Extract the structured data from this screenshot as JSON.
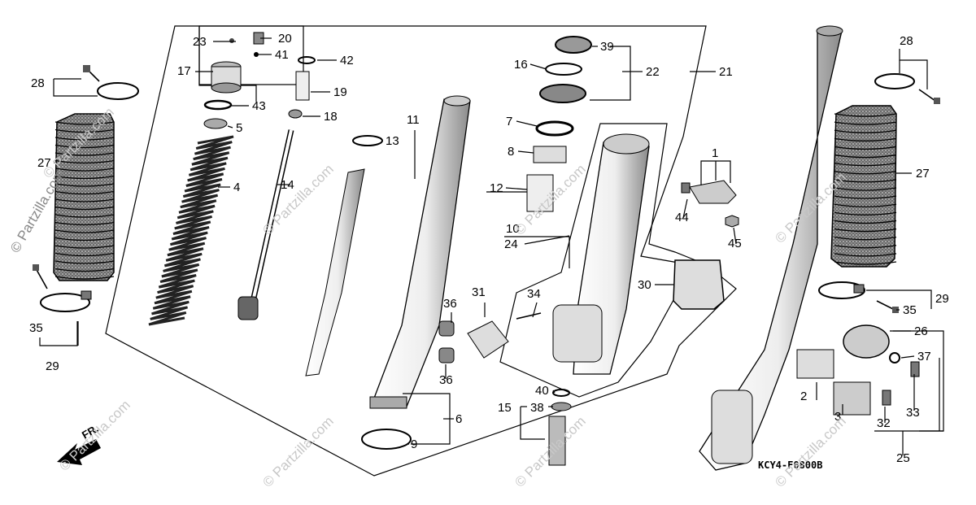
{
  "diagram": {
    "code": "KCY4-F0800B",
    "front_arrow": "FR.",
    "watermark": "© Partzilla.com",
    "side_watermark": "© Partzilla.com"
  },
  "parts": [
    {
      "id": "23",
      "label": "23"
    },
    {
      "id": "20",
      "label": "20"
    },
    {
      "id": "41",
      "label": "41"
    },
    {
      "id": "42",
      "label": "42"
    },
    {
      "id": "17",
      "label": "17"
    },
    {
      "id": "19",
      "label": "19"
    },
    {
      "id": "43",
      "label": "43"
    },
    {
      "id": "18",
      "label": "18"
    },
    {
      "id": "5",
      "label": "5"
    },
    {
      "id": "4",
      "label": "4"
    },
    {
      "id": "14",
      "label": "14"
    },
    {
      "id": "13",
      "label": "13"
    },
    {
      "id": "11",
      "label": "11"
    },
    {
      "id": "39",
      "label": "39"
    },
    {
      "id": "16",
      "label": "16"
    },
    {
      "id": "22",
      "label": "22"
    },
    {
      "id": "21",
      "label": "21"
    },
    {
      "id": "7",
      "label": "7"
    },
    {
      "id": "8",
      "label": "8"
    },
    {
      "id": "12",
      "label": "12"
    },
    {
      "id": "10",
      "label": "10"
    },
    {
      "id": "24",
      "label": "24"
    },
    {
      "id": "1",
      "label": "1"
    },
    {
      "id": "44",
      "label": "44"
    },
    {
      "id": "45",
      "label": "45"
    },
    {
      "id": "30",
      "label": "30"
    },
    {
      "id": "31",
      "label": "31"
    },
    {
      "id": "34",
      "label": "34"
    },
    {
      "id": "36a",
      "label": "36"
    },
    {
      "id": "36b",
      "label": "36"
    },
    {
      "id": "40",
      "label": "40"
    },
    {
      "id": "15",
      "label": "15"
    },
    {
      "id": "38",
      "label": "38"
    },
    {
      "id": "6",
      "label": "6"
    },
    {
      "id": "9",
      "label": "9"
    },
    {
      "id": "28a",
      "label": "28"
    },
    {
      "id": "27a",
      "label": "27"
    },
    {
      "id": "35a",
      "label": "35"
    },
    {
      "id": "29a",
      "label": "29"
    },
    {
      "id": "28b",
      "label": "28"
    },
    {
      "id": "27b",
      "label": "27"
    },
    {
      "id": "29b",
      "label": "29"
    },
    {
      "id": "35b",
      "label": "35"
    },
    {
      "id": "26",
      "label": "26"
    },
    {
      "id": "37",
      "label": "37"
    },
    {
      "id": "2",
      "label": "2"
    },
    {
      "id": "3",
      "label": "3"
    },
    {
      "id": "32",
      "label": "32"
    },
    {
      "id": "33",
      "label": "33"
    },
    {
      "id": "25",
      "label": "25"
    }
  ]
}
